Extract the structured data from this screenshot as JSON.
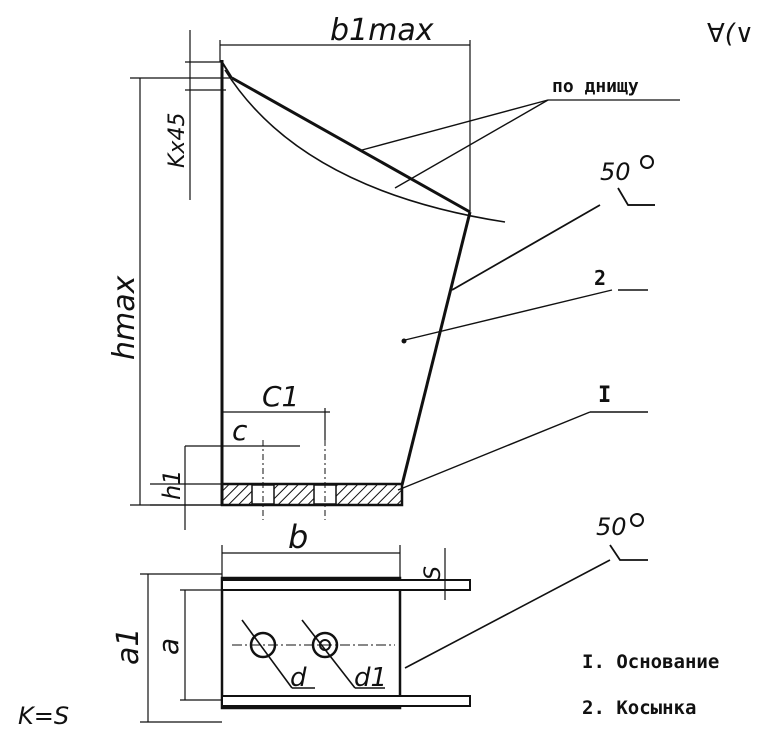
{
  "corner_mark": "∀(∨",
  "dimensions": {
    "b1max": "b1max",
    "kx45": "Kx45",
    "hmax": "hmax",
    "c1": "C1",
    "c": "c",
    "h1": "h1",
    "b": "b",
    "s": "S",
    "a1": "a1",
    "a": "a",
    "d": "d",
    "d1": "d1"
  },
  "callouts": {
    "bottom_note": "по днищу",
    "weld_top": "50",
    "weld_bottom": "50",
    "part_2": "2",
    "part_1": "I"
  },
  "legend": {
    "items": [
      "I. Основание",
      "2. Косынка"
    ]
  },
  "formula": "K=S"
}
